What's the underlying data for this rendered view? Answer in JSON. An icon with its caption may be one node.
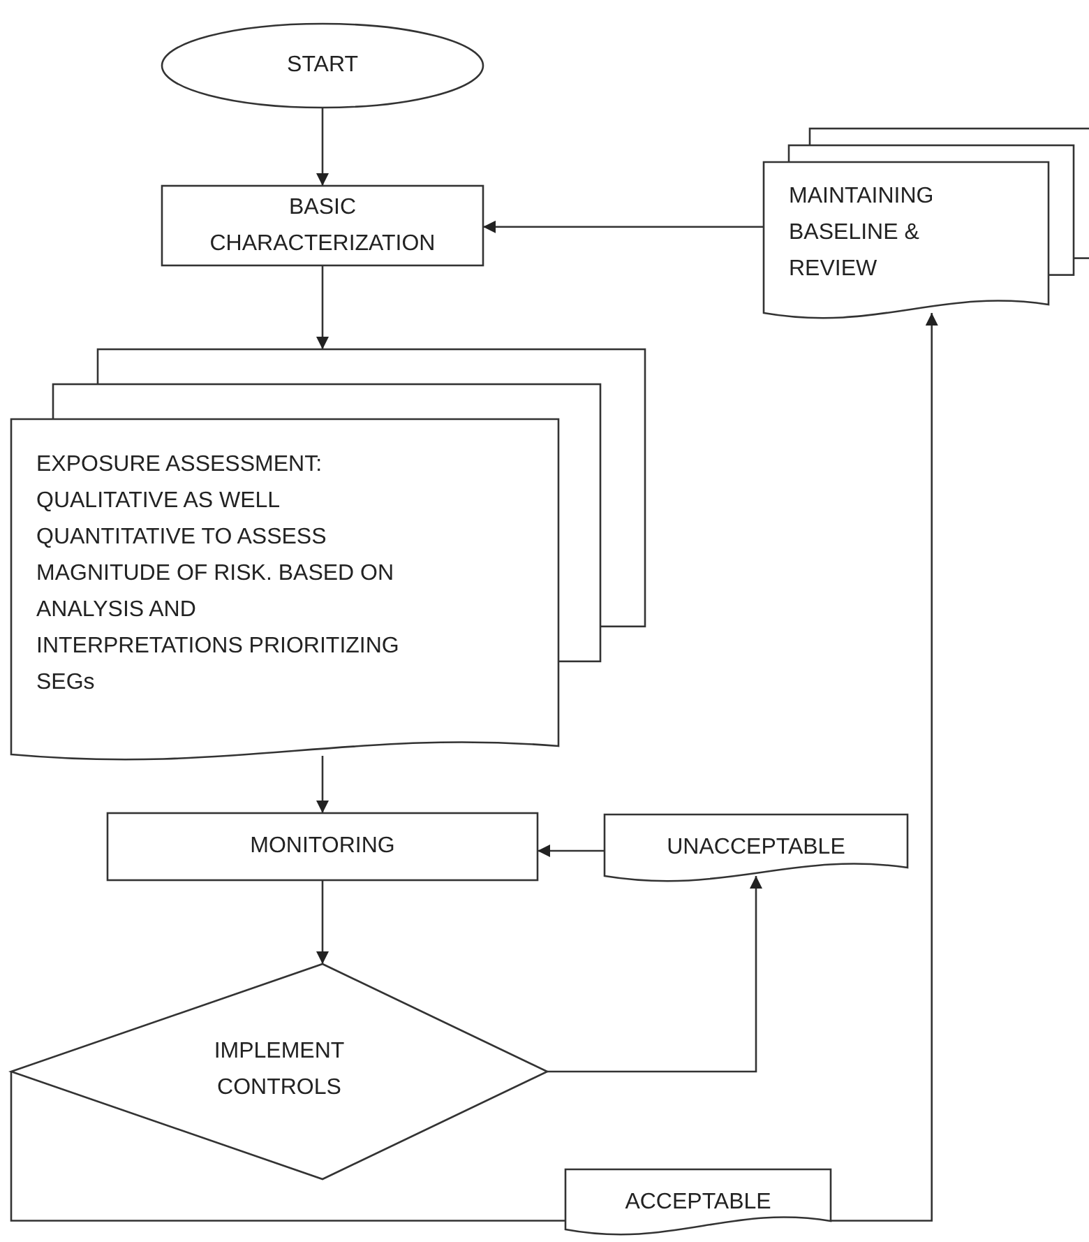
{
  "diagram": {
    "nodes": [
      {
        "text": [
          "START"
        ]
      },
      {
        "text": [
          "BASIC CHARACTERIZATION"
        ]
      },
      {
        "text": [
          "EXPOSURE ASSESSMENT: QUALITATIVE AS WELL QUANTITATIVE TO ASSESS MAGNITUDE OF RISK. BASED ON ANALYSIS AND INTERPRETATIONS PRIORITIZING SEGs"
        ]
      },
      {
        "text": [
          "MONITORING"
        ]
      },
      {
        "text": [
          "IMPLEMENT CONTROLS"
        ]
      },
      {
        "text": [
          "UNACCEPTABLE"
        ]
      },
      {
        "text": [
          "ACCEPTABLE"
        ]
      },
      {
        "text": [
          "MAINTAINING BASELINE & REVIEW"
        ]
      }
    ],
    "edges": [
      {
        "from": 0,
        "to": 1,
        "arrow": "to"
      },
      {
        "from": 1,
        "to": 2,
        "arrow": "to"
      },
      {
        "from": 2,
        "to": 3,
        "arrow": "to"
      },
      {
        "from": 3,
        "to": 4,
        "arrow": "to"
      },
      {
        "from": 4,
        "to": 5,
        "arrow": "to"
      },
      {
        "from": 5,
        "to": 3,
        "arrow": "to"
      },
      {
        "from": 4,
        "to": 6,
        "arrow": "none"
      },
      {
        "from": 6,
        "to": 7,
        "arrow": "to"
      },
      {
        "from": 7,
        "to": 1,
        "arrow": "to"
      }
    ]
  }
}
